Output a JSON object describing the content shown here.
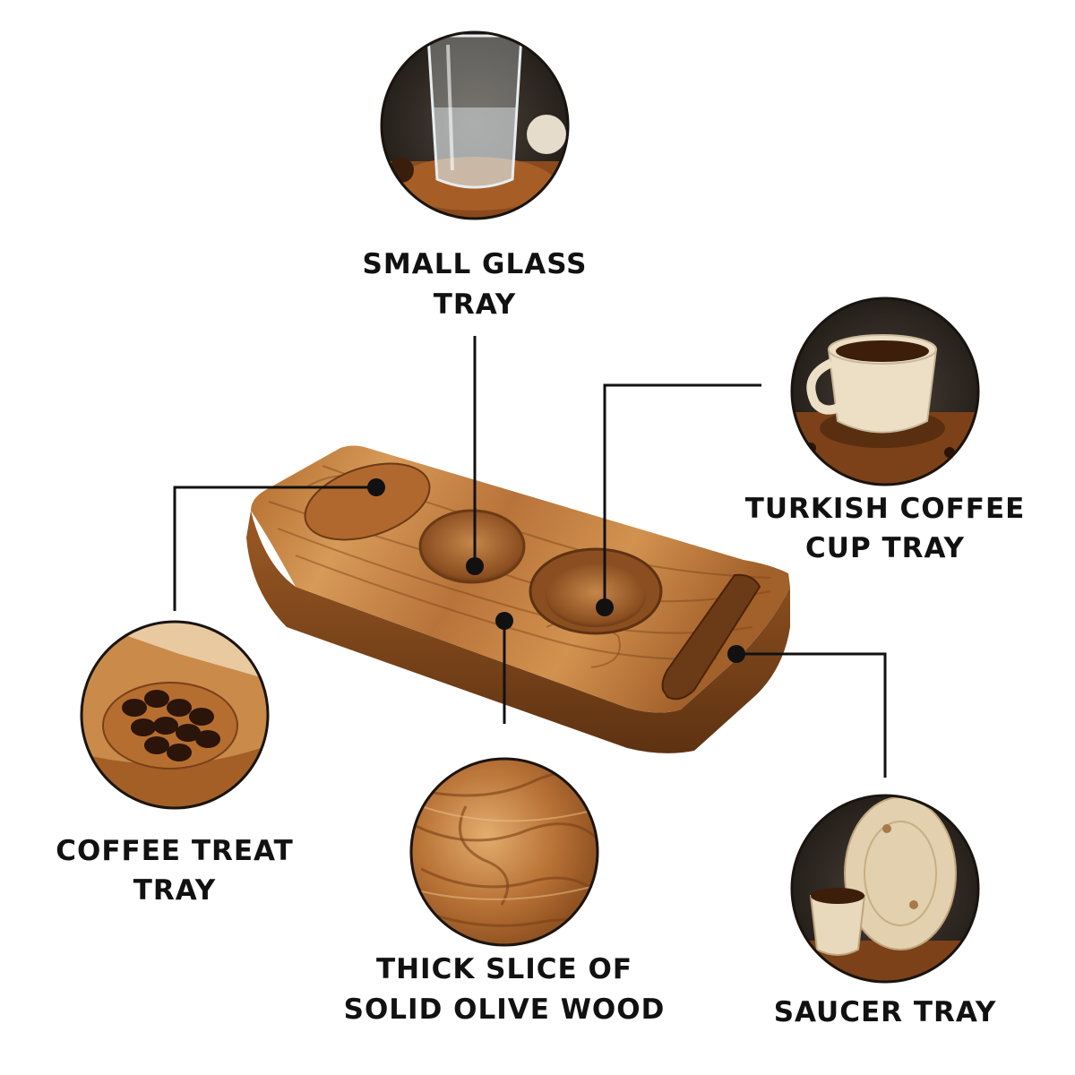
{
  "callouts": {
    "small_glass": {
      "lines": [
        "SMALL GLASS",
        "TRAY"
      ]
    },
    "turkish_cup": {
      "lines": [
        "TURKISH COFFEE",
        "CUP TRAY"
      ]
    },
    "coffee_treat": {
      "lines": [
        "COFFEE TREAT",
        "TRAY"
      ]
    },
    "olive_wood": {
      "lines": [
        "THICK SLICE OF",
        "SOLID OLIVE WOOD"
      ]
    },
    "saucer": {
      "lines": [
        "SAUCER TRAY"
      ]
    }
  },
  "colors": {
    "background": "#ffffff",
    "text": "#111111",
    "leader_line": "#111111",
    "wood_light": "#c98a4a",
    "wood_mid": "#a8642c",
    "wood_dark": "#6b3a16",
    "photo_border": "#1a1410"
  }
}
